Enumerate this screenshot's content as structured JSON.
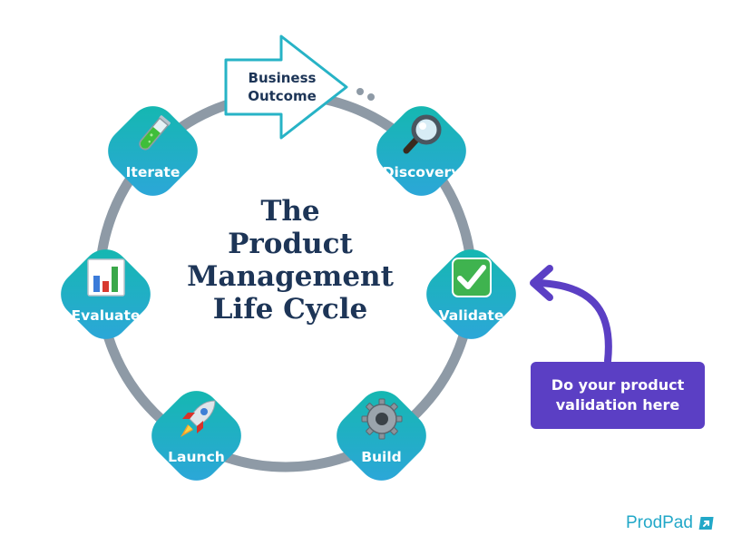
{
  "title_lines": [
    "The",
    "Product",
    "Management",
    "Life Cycle"
  ],
  "outcome": {
    "lines": [
      "Business",
      "Outcome"
    ]
  },
  "stages": [
    {
      "label": "Discovery",
      "icon": "magnifying-glass-icon"
    },
    {
      "label": "Validate",
      "icon": "check-mark-icon"
    },
    {
      "label": "Build",
      "icon": "gear-icon"
    },
    {
      "label": "Launch",
      "icon": "rocket-icon"
    },
    {
      "label": "Evaluate",
      "icon": "bar-chart-icon"
    },
    {
      "label": "Iterate",
      "icon": "test-tube-icon"
    }
  ],
  "callout": {
    "lines": [
      "Do your product",
      "validation here"
    ]
  },
  "brand": {
    "name": "ProdPad"
  },
  "colors": {
    "ring": "#8e9aa6",
    "node_start": "#14b8b0",
    "node_end": "#2fa7d9",
    "title": "#1d3557",
    "callout": "#5b3fc4",
    "outcome_border": "#27b3c6",
    "brand": "#22a8c8"
  }
}
